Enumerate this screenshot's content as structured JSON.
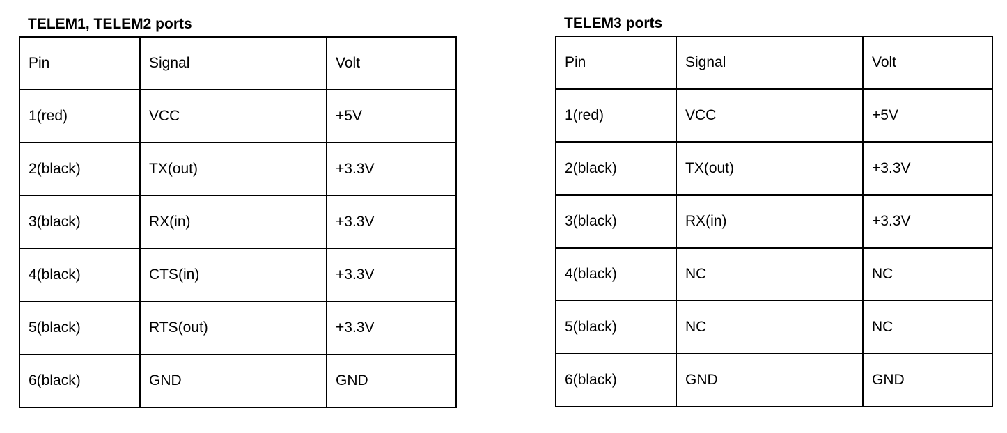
{
  "tables": [
    {
      "title": "TELEM1, TELEM2 ports",
      "header": [
        "Pin",
        "Signal",
        "Volt"
      ],
      "rows": [
        [
          "1(red)",
          "VCC",
          "+5V"
        ],
        [
          "2(black)",
          "TX(out)",
          "+3.3V"
        ],
        [
          "3(black)",
          "RX(in)",
          "+3.3V"
        ],
        [
          "4(black)",
          "CTS(in)",
          "+3.3V"
        ],
        [
          "5(black)",
          "RTS(out)",
          "+3.3V"
        ],
        [
          "6(black)",
          "GND",
          "GND"
        ]
      ]
    },
    {
      "title": "TELEM3 ports",
      "header": [
        "Pin",
        "Signal",
        "Volt"
      ],
      "rows": [
        [
          "1(red)",
          "VCC",
          "+5V"
        ],
        [
          "2(black)",
          "TX(out)",
          "+3.3V"
        ],
        [
          "3(black)",
          "RX(in)",
          "+3.3V"
        ],
        [
          "4(black)",
          "NC",
          "NC"
        ],
        [
          "5(black)",
          "NC",
          "NC"
        ],
        [
          "6(black)",
          "GND",
          "GND"
        ]
      ]
    }
  ]
}
